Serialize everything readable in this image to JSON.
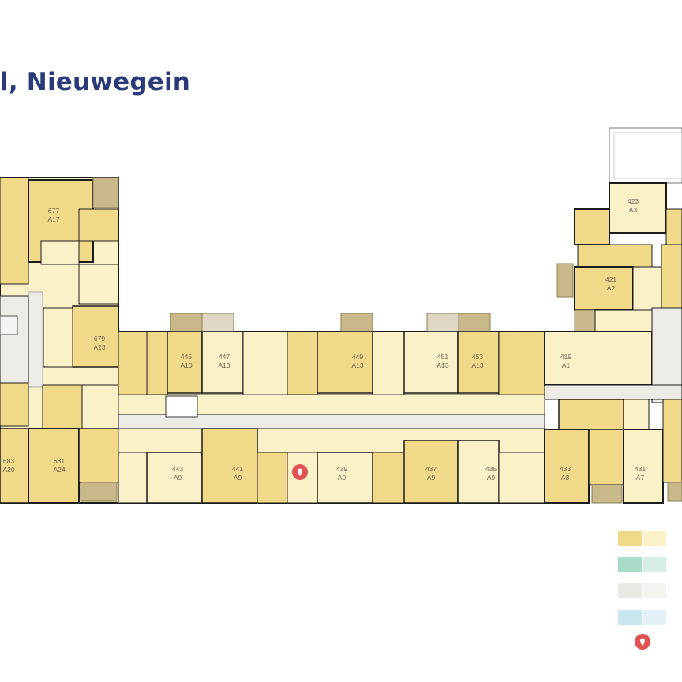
{
  "title": "l, Nieuwegein",
  "colors": {
    "unit_dark": "#f1d98a",
    "unit_light": "#fbf1c9",
    "wall": "#1c1c1c",
    "corridor": "#ecebe6",
    "balcony": "#c9b98a",
    "marker": "#e05254"
  },
  "units": [
    {
      "number": "677",
      "type": "A17"
    },
    {
      "number": "679",
      "type": "A23"
    },
    {
      "number": "681",
      "type": "A24"
    },
    {
      "number": "683",
      "type": "A20"
    },
    {
      "number": "445",
      "type": "A10"
    },
    {
      "number": "447",
      "type": "A13"
    },
    {
      "number": "449",
      "type": "A13"
    },
    {
      "number": "451",
      "type": "A13"
    },
    {
      "number": "453",
      "type": "A13"
    },
    {
      "number": "443",
      "type": "A9"
    },
    {
      "number": "441",
      "type": "A9"
    },
    {
      "number": "439",
      "type": "A9"
    },
    {
      "number": "437",
      "type": "A9"
    },
    {
      "number": "435",
      "type": "A9"
    },
    {
      "number": "433",
      "type": "A8"
    },
    {
      "number": "431",
      "type": "A7"
    },
    {
      "number": "419",
      "type": "A1"
    },
    {
      "number": "421",
      "type": "A2"
    },
    {
      "number": "423",
      "type": "A3"
    }
  ],
  "legend": [
    {
      "color_a": "#f1d98a",
      "color_b": "#fbf1c9"
    },
    {
      "color_a": "#a8dcc8",
      "color_b": "#d6efe6"
    },
    {
      "color_a": "#ebe9e3",
      "color_b": "#f4f3ef"
    },
    {
      "color_a": "#c7e6ee",
      "color_b": "#e2f2f6"
    }
  ],
  "marker": {
    "icon": "location-pin-icon"
  }
}
